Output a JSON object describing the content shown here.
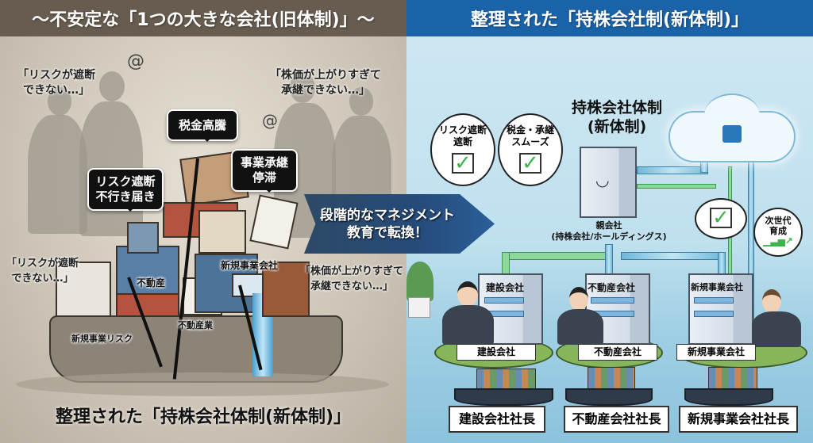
{
  "headers": {
    "left": "〜不安定な「1つの大きな会社(旧体制)」〜",
    "right": "整理された「持株会社制(新体制)」"
  },
  "old_system": {
    "worries": [
      {
        "line1": "「リスクが遮断",
        "line2": "できない…」"
      },
      {
        "line1": "「株価が上がりすぎて",
        "line2": "承継できない…」"
      },
      {
        "line1": "「リスクが遮断",
        "line2": "できない…」"
      },
      {
        "line1": "「株価が上がりすぎて",
        "line2": "承継できない…」"
      }
    ],
    "problem_bubbles": [
      {
        "line1": "税金高騰",
        "line2": ""
      },
      {
        "line1": "リスク遮断",
        "line2": "不行き届き"
      },
      {
        "line1": "事業承継",
        "line2": "停滞"
      }
    ],
    "labels": {
      "new_business_company": "新規事業会社",
      "real_estate": "不動産",
      "real_estate_business": "不動産業",
      "new_business_risk": "新規事業リスク"
    },
    "caption": "整理された「持株会社体制(新体制)」"
  },
  "transition_arrow": {
    "line1": "段階的なマネジメント",
    "line2": "教育で転換！"
  },
  "new_system": {
    "title_line1": "持株会社体制",
    "title_line2": "(新体制)",
    "benefit_bubbles": [
      {
        "line1": "リスク遮断",
        "line2": "遮断"
      },
      {
        "line1": "税金・承継",
        "line2": "スムーズ"
      }
    ],
    "next_gen_bubble": {
      "line1": "次世代",
      "line2": "育成"
    },
    "parent": {
      "line1": "親会社",
      "line2": "(持株会社/ホールディングス)"
    },
    "subsidiaries": [
      {
        "building_label": "建設会社",
        "island_label": "建設会社",
        "president": "建設会社社長"
      },
      {
        "building_label": "不動産会社",
        "island_label": "不動産会社",
        "president": "不動産会社社長"
      },
      {
        "building_label": "新規事業会社",
        "island_label": "新規事業会社",
        "president": "新規事業会社社長"
      }
    ]
  },
  "colors": {
    "left_header": "#675c4f",
    "right_header": "#1b63a9",
    "check": "#3cb44b"
  }
}
